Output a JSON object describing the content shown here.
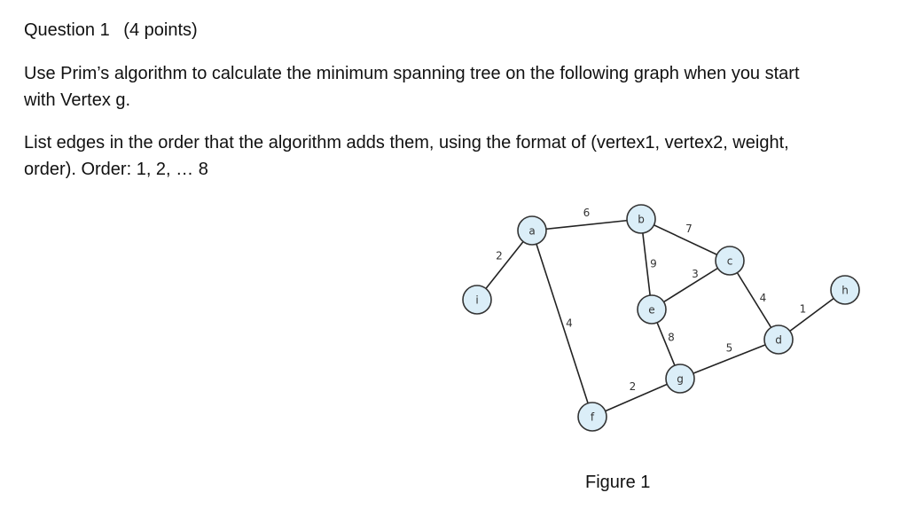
{
  "question": {
    "title": "Question 1",
    "points": "(4 points)",
    "paragraph1": "Use Prim’s algorithm to calculate the minimum spanning tree on the following graph when you start with Vertex g.",
    "paragraph2": "List edges in the order that the algorithm adds them, using the format of (vertex1, vertex2, weight, order). Order: 1, 2, … 8"
  },
  "figure": {
    "caption": "Figure 1",
    "node_fill": "#dbeef8",
    "node_stroke": "#333333",
    "edge_color": "#222222",
    "vertices": [
      "a",
      "b",
      "c",
      "d",
      "e",
      "f",
      "g",
      "h",
      "i"
    ],
    "edges": [
      {
        "from": "a",
        "to": "b",
        "weight": "6"
      },
      {
        "from": "i",
        "to": "a",
        "weight": "2"
      },
      {
        "from": "a",
        "to": "f",
        "weight": "4"
      },
      {
        "from": "b",
        "to": "e",
        "weight": "9"
      },
      {
        "from": "b",
        "to": "c",
        "weight": "7"
      },
      {
        "from": "e",
        "to": "c",
        "weight": "3"
      },
      {
        "from": "c",
        "to": "d",
        "weight": "4"
      },
      {
        "from": "e",
        "to": "g",
        "weight": "8"
      },
      {
        "from": "f",
        "to": "g",
        "weight": "2"
      },
      {
        "from": "g",
        "to": "d",
        "weight": "5"
      },
      {
        "from": "d",
        "to": "h",
        "weight": "1"
      }
    ]
  }
}
